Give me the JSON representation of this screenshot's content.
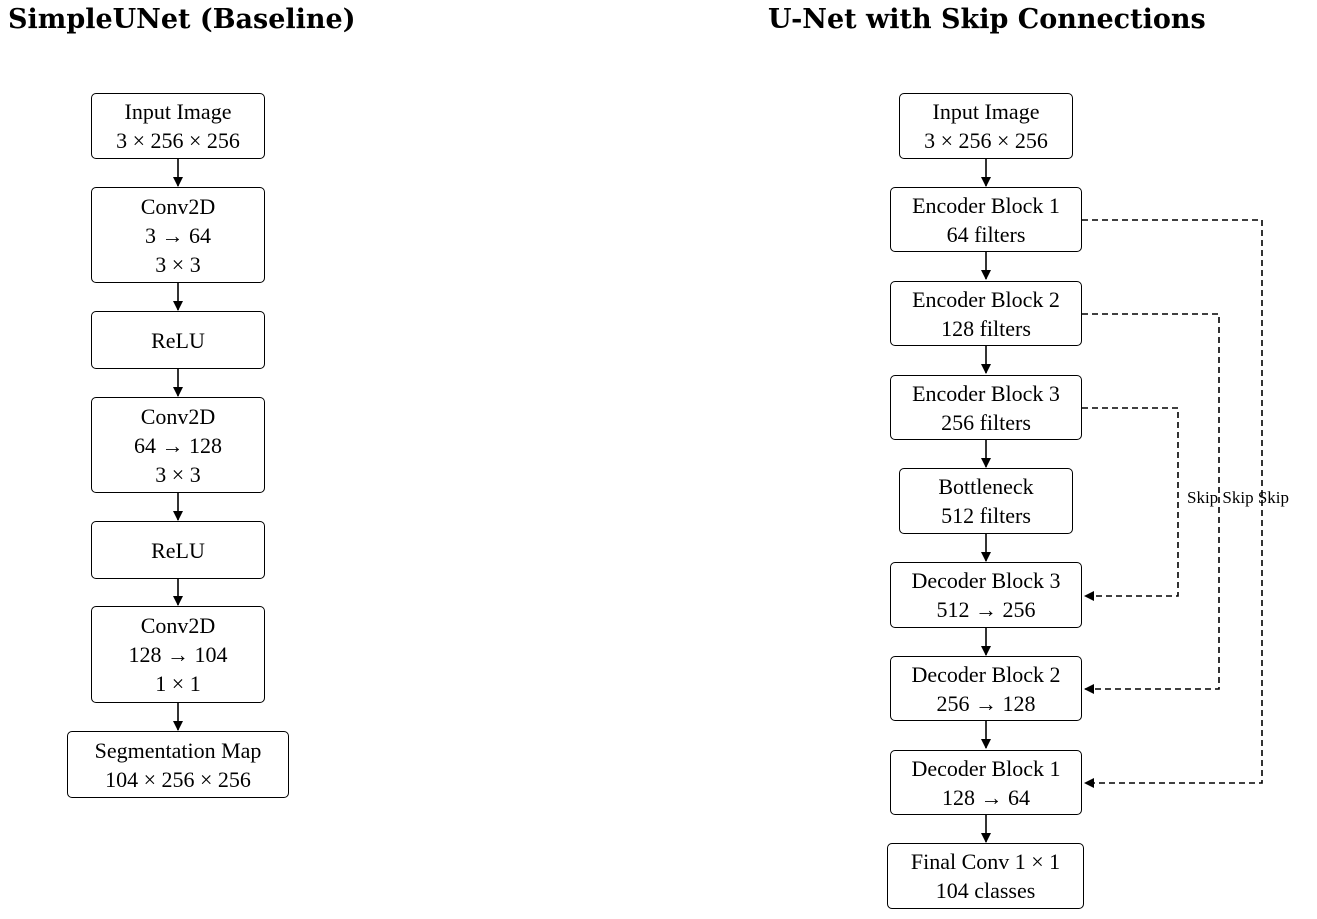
{
  "left": {
    "title": "SimpleUNet (Baseline)",
    "blocks": [
      {
        "lines": [
          "Input Image",
          "3 × 256 × 256"
        ]
      },
      {
        "lines": [
          "Conv2D",
          "3 → 64",
          "3 × 3"
        ]
      },
      {
        "lines": [
          "ReLU"
        ]
      },
      {
        "lines": [
          "Conv2D",
          "64 → 128",
          "3 × 3"
        ]
      },
      {
        "lines": [
          "ReLU"
        ]
      },
      {
        "lines": [
          "Conv2D",
          "128 → 104",
          "1 × 1"
        ]
      },
      {
        "lines": [
          "Segmentation Map",
          "104 × 256 × 256"
        ]
      }
    ]
  },
  "right": {
    "title": "U-Net with Skip Connections",
    "blocks": [
      {
        "lines": [
          "Input Image",
          "3 × 256 × 256"
        ]
      },
      {
        "lines": [
          "Encoder Block 1",
          "64 filters"
        ]
      },
      {
        "lines": [
          "Encoder Block 2",
          "128 filters"
        ]
      },
      {
        "lines": [
          "Encoder Block 3",
          "256 filters"
        ]
      },
      {
        "lines": [
          "Bottleneck",
          "512 filters"
        ]
      },
      {
        "lines": [
          "Decoder Block 3",
          "512 → 256"
        ]
      },
      {
        "lines": [
          "Decoder Block 2",
          "256 → 128"
        ]
      },
      {
        "lines": [
          "Decoder Block 1",
          "128 → 64"
        ]
      },
      {
        "lines": [
          "Final Conv 1 × 1",
          "104 classes"
        ]
      }
    ],
    "skip_label": "Skip Skip Skip"
  }
}
